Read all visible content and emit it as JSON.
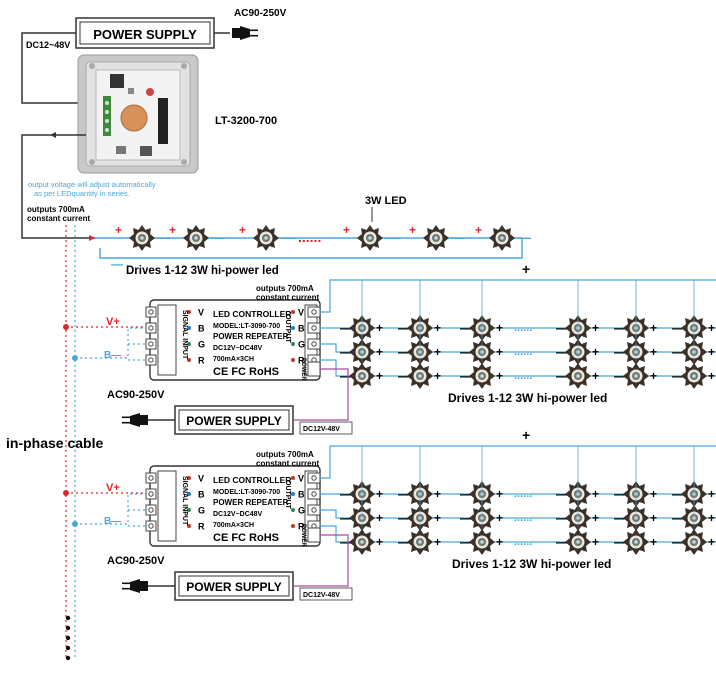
{
  "top": {
    "power_supply": "POWER SUPPLY",
    "ac_label": "AC90-250V",
    "dc_label": "DC12~48V",
    "device_model": "LT-3200-700",
    "note_line1": "output voltage will adjust automatically",
    "note_line2": "as per LEDquantity in series.",
    "outputs_line1": "outputs 700mA",
    "outputs_line2": "constant current",
    "led_label": "3W  LED",
    "dots": "......",
    "drives": "Drives 1-12 3W hi-power led"
  },
  "unit1": {
    "outputs_line1": "outputs 700mA",
    "outputs_line2": "constant current",
    "title": "LED  CONTROLLER",
    "model": "MODEL:LT-3090-700",
    "repeater": "POWER  REPEATER",
    "dc": "DC12V~DC48V",
    "current": "700mA×3CH",
    "cert": "CE FC RoHS",
    "signal_input": "SIGNAL  INPUT",
    "output": "OUTPUT",
    "power": "POWER",
    "pins": [
      "V",
      "B",
      "G",
      "R"
    ],
    "v_label": "V+",
    "b_label": "B—",
    "plus": "+",
    "dots": "......",
    "drives": "Drives 1-12 3W hi-power led",
    "ac_label": "AC90-250V",
    "power_supply": "POWER SUPPLY",
    "dc_label": "DC12V-48V"
  },
  "unit2": {
    "outputs_line1": "outputs 700mA",
    "outputs_line2": "constant current",
    "title": "LED  CONTROLLER",
    "model": "MODEL:LT-3090-700",
    "repeater": "POWER  REPEATER",
    "dc": "DC12V~DC48V",
    "current": "700mA×3CH",
    "cert": "CE FC RoHS",
    "signal_input": "SIGNAL  INPUT",
    "output": "OUTPUT",
    "power": "POWER",
    "pins": [
      "V",
      "B",
      "G",
      "R"
    ],
    "v_label": "V+",
    "b_label": "B—",
    "plus": "+",
    "dots": "......",
    "drives": "Drives 1-12 3W hi-power led",
    "ac_label": "AC90-250V",
    "power_supply": "POWER SUPPLY",
    "dc_label": "DC12V-48V"
  },
  "inphase": "in-phase cable",
  "colors": {
    "wire_blue": "#4aa6d8",
    "wire_red": "#e0262b",
    "led_body": "#3b3128",
    "led_center": "#5b6b6a"
  }
}
